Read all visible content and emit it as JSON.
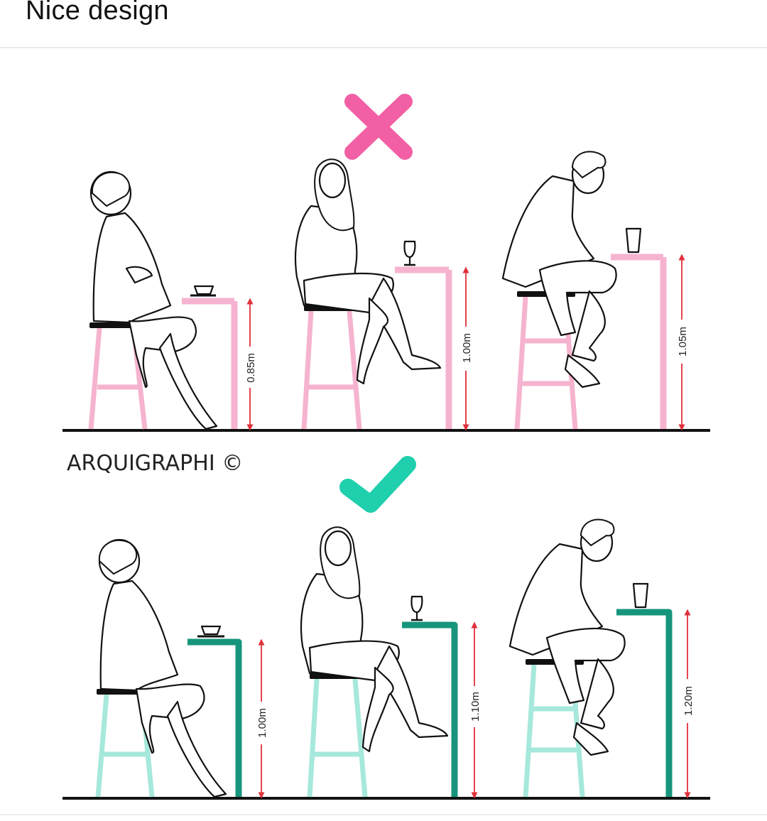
{
  "post": {
    "title": "Nice design"
  },
  "watermark": "ARQUIGRAPHI ©",
  "colors": {
    "wrong": "#f25fa4",
    "right": "#20cfad",
    "wrong_furniture": "#f6b3cf",
    "right_furniture_counter": "#17957c",
    "right_furniture_stool": "#a6e8dc",
    "dimension_arrow": "#e0303a"
  },
  "wrong_row": {
    "marker": "x-mark",
    "heights": [
      "0.85m",
      "1.00m",
      "1.05m"
    ]
  },
  "right_row": {
    "marker": "check-mark",
    "heights": [
      "1.00m",
      "1.10m",
      "1.20m"
    ]
  }
}
